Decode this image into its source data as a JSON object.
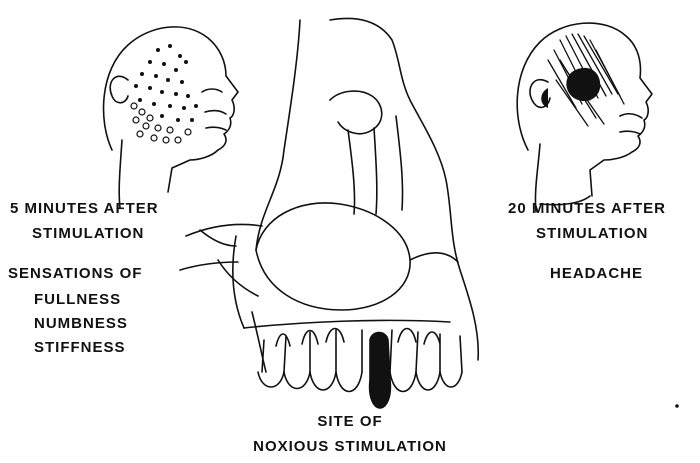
{
  "left_panel": {
    "time_line1": "5 MINUTES AFTER",
    "time_line2": "STIMULATION",
    "sensations_title": "SENSATIONS OF",
    "sensations": [
      "FULLNESS",
      "NUMBNESS",
      "STIFFNESS"
    ]
  },
  "right_panel": {
    "time_line1": "20 MINUTES AFTER",
    "time_line2": "STIMULATION",
    "effect": "HEADACHE"
  },
  "site": {
    "line1": "SITE OF",
    "line2": "NOXIOUS STIMULATION"
  },
  "icons": {
    "left_head": "head-profile-left-icon",
    "right_head": "head-profile-right-icon",
    "skull": "maxilla-skull-icon",
    "tooth_site": "stimulated-tooth-icon"
  },
  "colors": {
    "ink": "#111111",
    "paper": "#ffffff"
  }
}
